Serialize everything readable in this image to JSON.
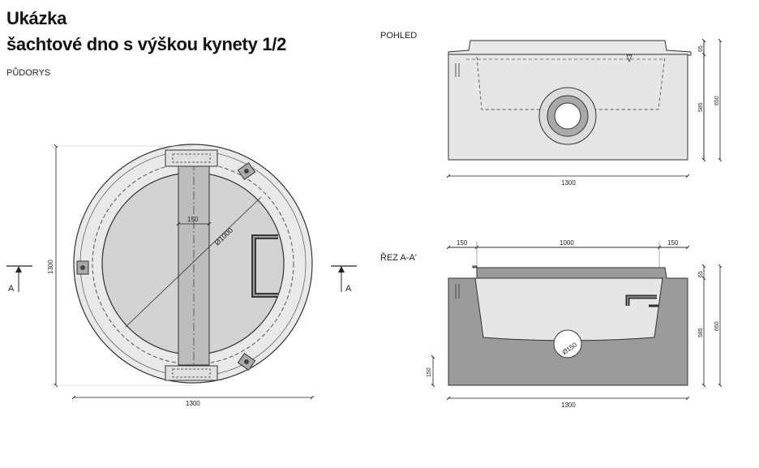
{
  "title": {
    "line1": "Ukázka",
    "line2": "šachtové dno s výškou kynety 1/2"
  },
  "views": {
    "plan": {
      "label": "PŮDORYS",
      "dim_width": "1300",
      "dim_height": "1300",
      "dim_inner_diameter": "Ø1000",
      "dim_channel": "150",
      "section_mark": "A"
    },
    "elevation": {
      "label": "POHLED",
      "dim_width": "1300",
      "dim_top": "65",
      "dim_body": "585",
      "dim_total": "650"
    },
    "section": {
      "label": "ŘEZ A-A'",
      "dim_left": "150",
      "dim_middle": "1000",
      "dim_right": "150",
      "dim_width": "1300",
      "dim_top": "65",
      "dim_body": "585",
      "dim_total": "650",
      "dim_base": "150",
      "dim_pipe": "Ø150"
    }
  },
  "colors": {
    "concrete_light": "#e6e6e6",
    "concrete_dark": "#9b9b9b",
    "line": "#222222",
    "inner": "#cfcfcf",
    "step": "#444444"
  }
}
